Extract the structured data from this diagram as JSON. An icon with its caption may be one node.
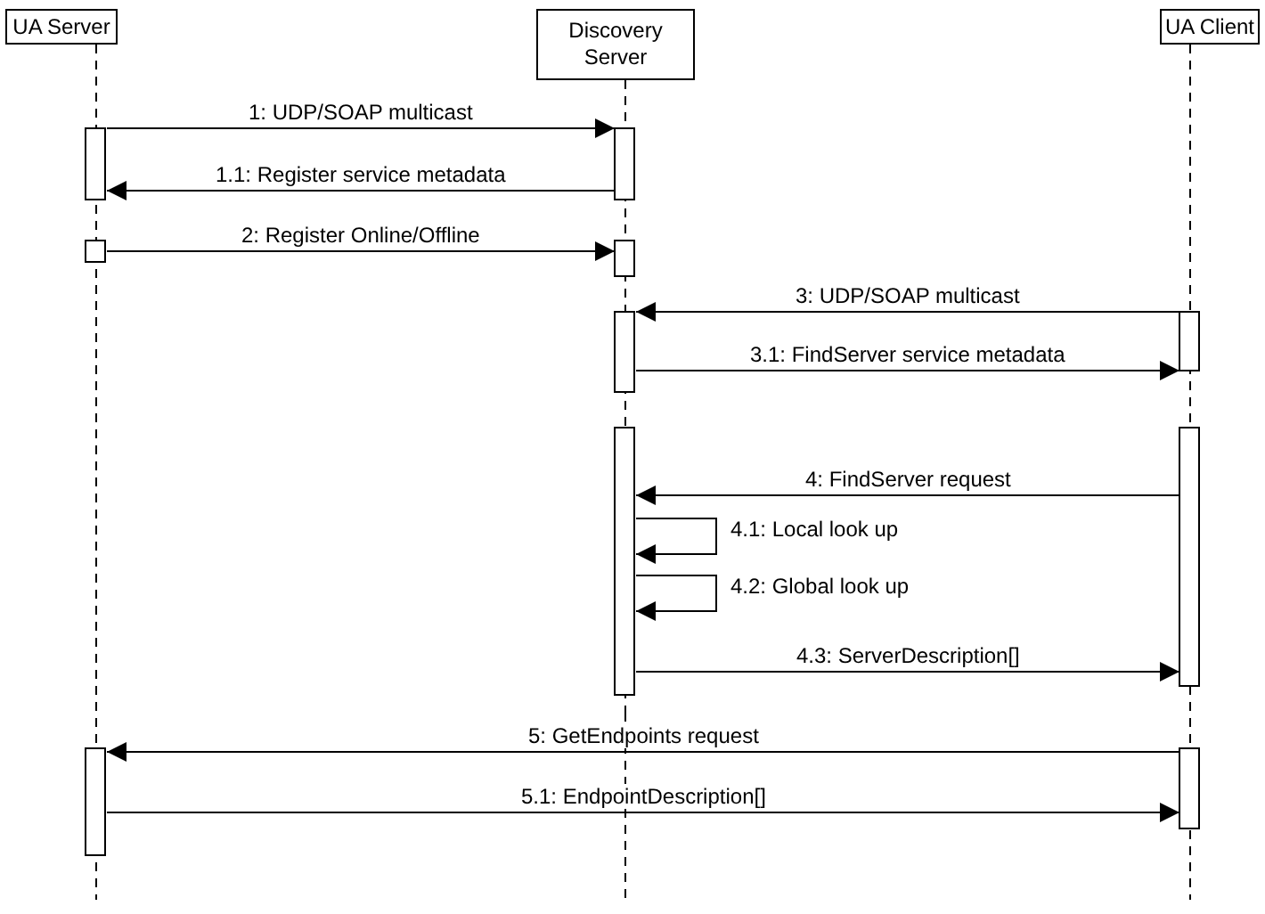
{
  "diagram": {
    "nodes": [
      {
        "text": [
          "UA Server"
        ]
      },
      {
        "text": [
          "Discovery Server"
        ]
      },
      {
        "text": [
          "UA Client"
        ]
      }
    ],
    "edges": [
      {
        "from": 0,
        "to": 1,
        "arrow": "to",
        "label": "1: UDP/SOAP multicast"
      },
      {
        "from": 1,
        "to": 0,
        "arrow": "to",
        "label": "1.1: Register service metadata"
      },
      {
        "from": 0,
        "to": 1,
        "arrow": "to",
        "label": "2: Register Online/Offline"
      },
      {
        "from": 2,
        "to": 1,
        "arrow": "to",
        "label": "3: UDP/SOAP multicast"
      },
      {
        "from": 1,
        "to": 2,
        "arrow": "to",
        "label": "3.1: FindServer service metadata"
      },
      {
        "from": 2,
        "to": 1,
        "arrow": "to",
        "label": "4: FindServer request"
      },
      {
        "from": 1,
        "to": 1,
        "arrow": "to",
        "label": "4.1: Local look up"
      },
      {
        "from": 1,
        "to": 1,
        "arrow": "to",
        "label": "4.2: Global look up"
      },
      {
        "from": 1,
        "to": 2,
        "arrow": "to",
        "label": "4.3: ServerDescription[]"
      },
      {
        "from": 2,
        "to": 0,
        "arrow": "to",
        "label": "5: GetEndpoints request"
      },
      {
        "from": 0,
        "to": 2,
        "arrow": "to",
        "label": "5.1: EndpointDescription[]"
      }
    ]
  }
}
